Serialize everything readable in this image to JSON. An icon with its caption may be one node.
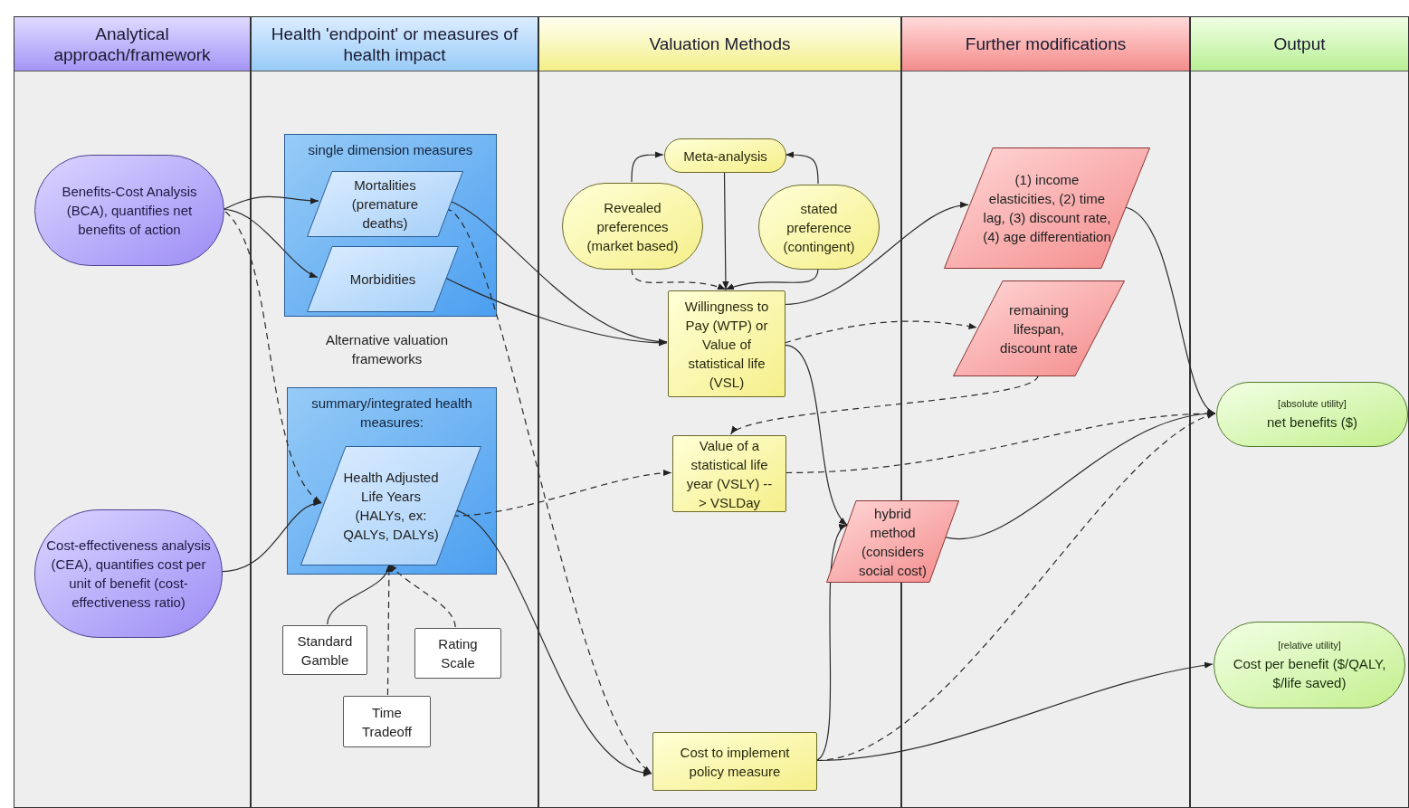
{
  "diagram": {
    "nodes": [
      {
        "text": [
          "Analytical approach/framework"
        ]
      },
      {
        "text": [
          "Health 'endpoint' or measures of health impact"
        ]
      },
      {
        "text": [
          "Valuation Methods"
        ]
      },
      {
        "text": [
          "Further modifications"
        ]
      },
      {
        "text": [
          "Output"
        ]
      },
      {
        "text": [
          "Benefits-Cost Analysis (BCA), quantifies net benefits of action"
        ],
        "in": 0
      },
      {
        "text": [
          "Cost-effectiveness analysis (CEA), quantifies cost per unit of benefit (cost-effectiveness ratio)"
        ],
        "in": 0
      },
      {
        "text": [
          "single dimension measures"
        ],
        "in": 1
      },
      {
        "text": [
          "Mortalities (premature deaths)"
        ],
        "in": 7
      },
      {
        "text": [
          "Morbidities"
        ],
        "in": 7
      },
      {
        "text": [
          "summary/integrated health measures:"
        ],
        "in": 1
      },
      {
        "text": [
          "Health Adjusted Life Years (HALYs, ex: QALYs, DALYs)"
        ],
        "in": 10
      },
      {
        "text": [
          "Standard Gamble"
        ],
        "in": 1
      },
      {
        "text": [
          "Time Tradeoff"
        ],
        "in": 1
      },
      {
        "text": [
          "Rating Scale"
        ],
        "in": 1
      },
      {
        "text": [
          "Meta-analysis"
        ],
        "in": 2
      },
      {
        "text": [
          "Revealed preferences (market based)"
        ],
        "in": 2
      },
      {
        "text": [
          "stated preference (contingent)"
        ],
        "in": 2
      },
      {
        "text": [
          "Willingness to Pay (WTP) or Value of statistical life (VSL)"
        ],
        "in": 2
      },
      {
        "text": [
          "Value of a statistical life year (VSLY) --> VSLDay"
        ],
        "in": 2
      },
      {
        "text": [
          "Cost to implement policy measure"
        ],
        "in": 2
      },
      {
        "text": [
          "(1) income elasticities, (2) time lag, (3) discount rate, (4) age differentiation"
        ],
        "in": 3
      },
      {
        "text": [
          "remaining lifespan, discount rate"
        ],
        "in": 3
      },
      {
        "text": [
          "hybrid method (considers social cost)"
        ]
      },
      {
        "text": [
          "[absolute utility]",
          "net benefits ($)"
        ],
        "in": 4
      },
      {
        "text": [
          "[relative utility]",
          "Cost per benefit ($/QALY, $/life saved)"
        ],
        "in": 4
      }
    ],
    "edges": [
      {
        "from": 5,
        "to": 8,
        "arrow": "to"
      },
      {
        "from": 5,
        "to": 9,
        "arrow": "to"
      },
      {
        "from": 5,
        "to": 11,
        "arrow": "to",
        "style": "dashed"
      },
      {
        "from": 6,
        "to": 11,
        "arrow": "to"
      },
      {
        "from": 12,
        "to": 11,
        "arrow": "to"
      },
      {
        "from": 13,
        "to": 11,
        "arrow": "to",
        "style": "dashed"
      },
      {
        "from": 14,
        "to": 11,
        "arrow": "to",
        "style": "dashed"
      },
      {
        "from": 16,
        "to": 15,
        "arrow": "to"
      },
      {
        "from": 17,
        "to": 15,
        "arrow": "to"
      },
      {
        "from": 15,
        "to": 18,
        "arrow": "to"
      },
      {
        "from": 16,
        "to": 18,
        "arrow": "to",
        "style": "dashed"
      },
      {
        "from": 17,
        "to": 18,
        "arrow": "to"
      },
      {
        "from": 8,
        "to": 18,
        "arrow": "to"
      },
      {
        "from": 9,
        "to": 18,
        "arrow": "to"
      },
      {
        "from": 8,
        "to": 20,
        "arrow": "to",
        "style": "dashed"
      },
      {
        "from": 11,
        "to": 20,
        "arrow": "to"
      },
      {
        "from": 11,
        "to": 19,
        "arrow": "to",
        "style": "dashed"
      },
      {
        "from": 18,
        "to": 21,
        "arrow": "to"
      },
      {
        "from": 18,
        "to": 22,
        "arrow": "to",
        "style": "dashed"
      },
      {
        "from": 22,
        "to": 19,
        "arrow": "to",
        "style": "dashed"
      },
      {
        "from": 18,
        "to": 23,
        "arrow": "to"
      },
      {
        "from": 20,
        "to": 23,
        "arrow": "to"
      },
      {
        "from": 21,
        "to": 24,
        "arrow": "to"
      },
      {
        "from": 19,
        "to": 24,
        "arrow": "to",
        "style": "dashed"
      },
      {
        "from": 23,
        "to": 24,
        "arrow": "to"
      },
      {
        "from": 20,
        "to": 24,
        "arrow": "to",
        "style": "dashed"
      },
      {
        "from": 20,
        "to": 25,
        "arrow": "to"
      }
    ],
    "labels": [
      "Alternative valuation frameworks"
    ]
  }
}
